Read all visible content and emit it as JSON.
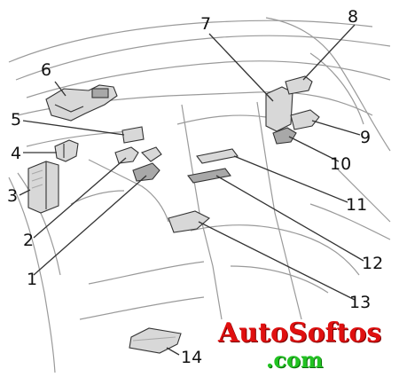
{
  "callouts": [
    {
      "n": "1",
      "label": "1"
    },
    {
      "n": "2",
      "label": "2"
    },
    {
      "n": "3",
      "label": "3"
    },
    {
      "n": "4",
      "label": "4"
    },
    {
      "n": "5",
      "label": "5"
    },
    {
      "n": "6",
      "label": "6"
    },
    {
      "n": "7",
      "label": "7"
    },
    {
      "n": "8",
      "label": "8"
    },
    {
      "n": "9",
      "label": "9"
    },
    {
      "n": "10",
      "label": "10"
    },
    {
      "n": "11",
      "label": "11"
    },
    {
      "n": "12",
      "label": "12"
    },
    {
      "n": "13",
      "label": "13"
    },
    {
      "n": "14",
      "label": "14"
    }
  ],
  "watermark": {
    "main": "AutoSoftos",
    "sub": ".com",
    "main_color": "#e01010",
    "sub_color": "#22c322"
  },
  "colors": {
    "line": "#333333",
    "faint_line": "#9a9a9a",
    "part_fill": "#d8d8d8",
    "part_shade": "#a8a8a8"
  }
}
